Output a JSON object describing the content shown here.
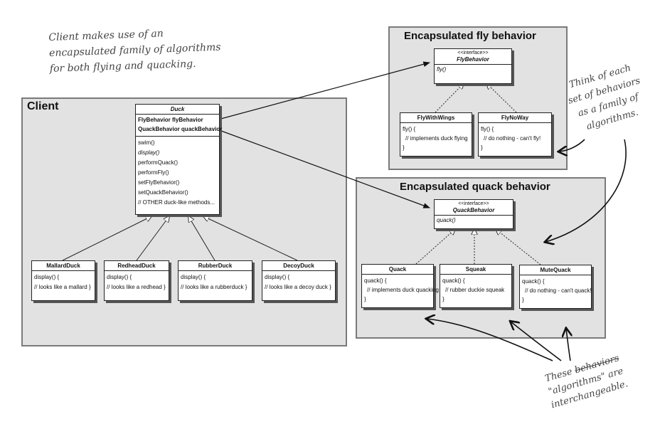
{
  "panels": {
    "client": "Client",
    "fly": "Encapsulated fly behavior",
    "quack": "Encapsulated quack behavior"
  },
  "duck": {
    "name": "Duck",
    "fields": [
      "FlyBehavior flyBehavior",
      "QuackBehavior quackBehavior"
    ],
    "methods": [
      "swim()",
      "display()",
      "performQuack()",
      "performFly()",
      "setFlyBehavior()",
      "setQuackBehavior()",
      "// OTHER duck-like methods..."
    ]
  },
  "subclasses": [
    {
      "name": "MallardDuck",
      "line1": "display() {",
      "line2": "// looks like a mallard }"
    },
    {
      "name": "RedheadDuck",
      "line1": "display() {",
      "line2": "// looks like a redhead }"
    },
    {
      "name": "RubberDuck",
      "line1": "display() {",
      "line2": "// looks like a rubberduck }"
    },
    {
      "name": "DecoyDuck",
      "line1": "display() {",
      "line2": "// looks like a decoy duck }"
    }
  ],
  "fly_interface": {
    "stereotype": "<<interface>>",
    "name": "FlyBehavior",
    "method": "fly()"
  },
  "fly_impls": [
    {
      "name": "FlyWithWings",
      "line1": "fly() {",
      "line2": "// implements duck flying",
      "line3": "}"
    },
    {
      "name": "FlyNoWay",
      "line1": "fly() {",
      "line2": "// do nothing - can't fly!",
      "line3": "}"
    }
  ],
  "quack_interface": {
    "stereotype": "<<interface>>",
    "name": "QuackBehavior",
    "method": "quack()"
  },
  "quack_impls": [
    {
      "name": "Quack",
      "line1": "quack() {",
      "line2": "// implements duck quacking",
      "line3": "}"
    },
    {
      "name": "Squeak",
      "line1": "quack() {",
      "line2": "// rubber duckie squeak",
      "line3": "}"
    },
    {
      "name": "MuteQuack",
      "line1": "quack() {",
      "line2": "// do nothing - can't quack!",
      "line3": "}"
    }
  ],
  "notes": {
    "client_note": [
      "Client makes use of an",
      "encapsulated family of algorithms",
      "for both flying and quacking."
    ],
    "family_note": [
      "Think of each",
      "set of behaviors",
      "as a family of",
      "algorithms."
    ],
    "interchange_note": {
      "line1_prefix": "These ",
      "line1_struck": "behaviors",
      "line2": "\"algorithms\" are",
      "line3": "interchangeable."
    }
  }
}
